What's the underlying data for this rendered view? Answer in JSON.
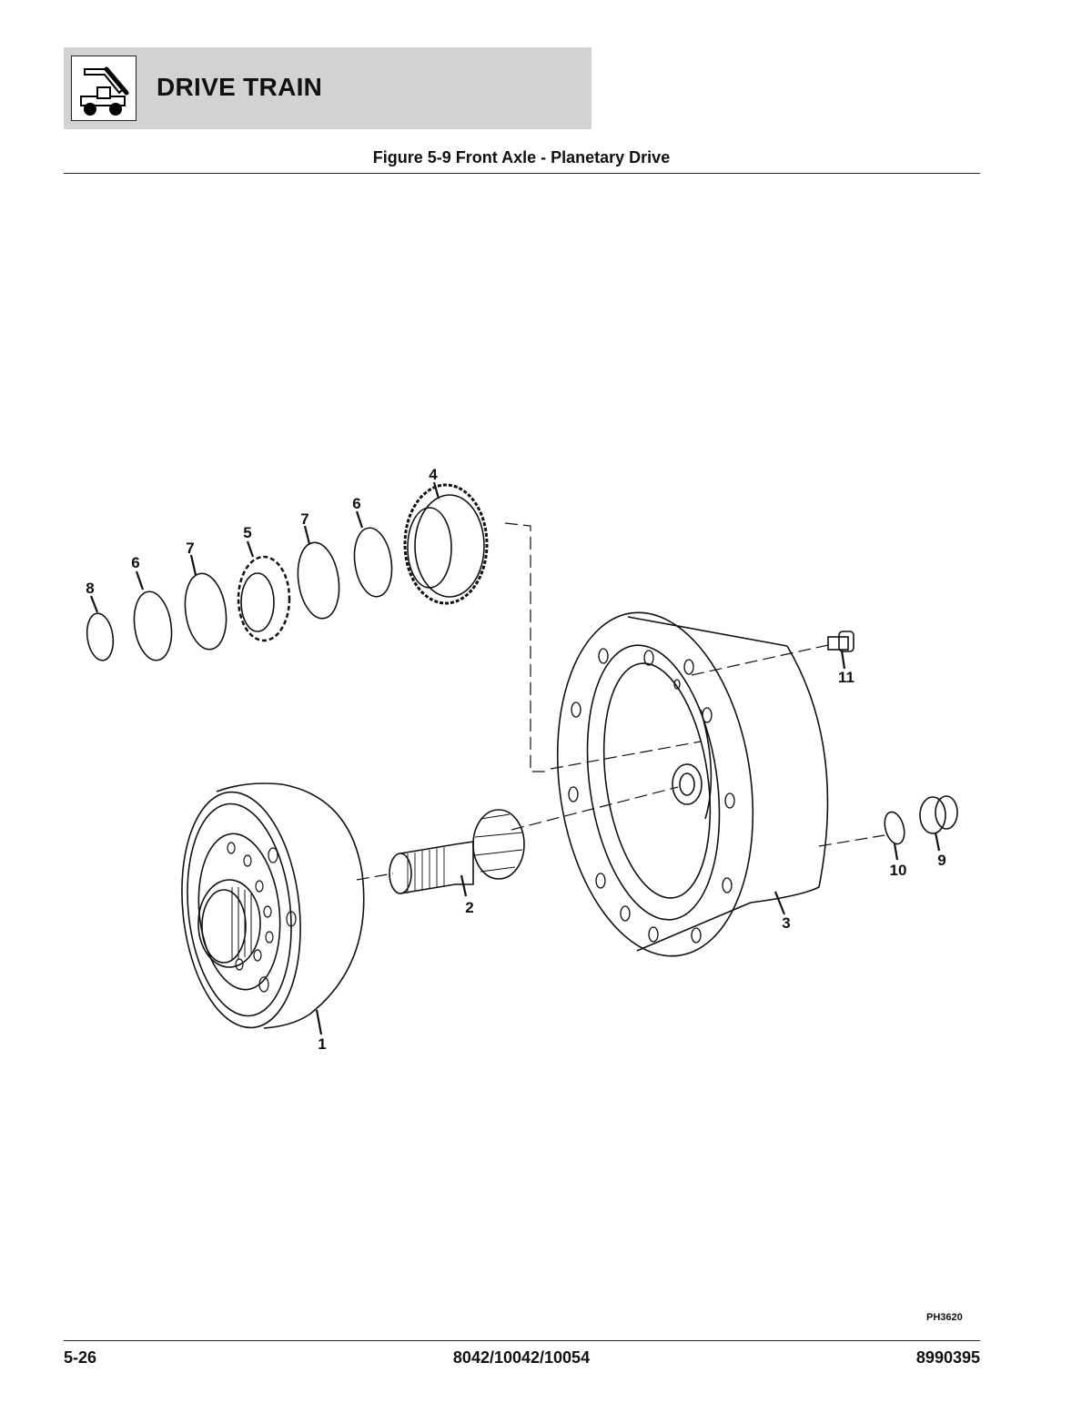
{
  "header": {
    "section_title": "DRIVE TRAIN",
    "logo_icon": "scissor-lift-logo-icon"
  },
  "figure": {
    "title": "Figure 5-9 Front Axle - Planetary Drive",
    "callouts": [
      "1",
      "2",
      "3",
      "4",
      "5",
      "6",
      "6",
      "7",
      "7",
      "8",
      "9",
      "10",
      "11"
    ],
    "picture_id": "PH3620"
  },
  "footer": {
    "page_number": "5-26",
    "models": "8042/10042/10054",
    "part_number": "8990395"
  }
}
